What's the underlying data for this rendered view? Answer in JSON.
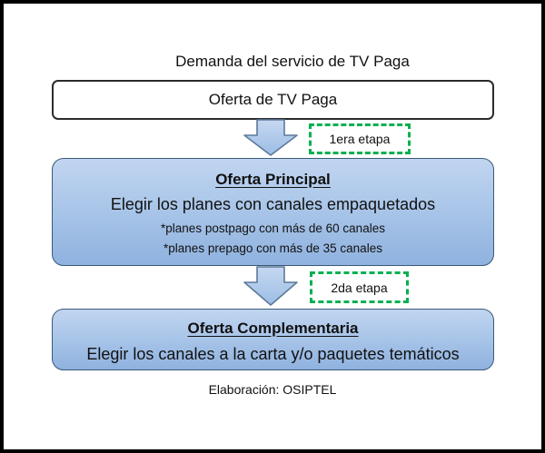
{
  "diagram": {
    "title": "Demanda del servicio de TV Paga",
    "source_box": {
      "label": "Oferta de TV Paga"
    },
    "stage1": {
      "badge_label": "1era etapa"
    },
    "main_offer": {
      "heading": "Oferta Principal",
      "description": "Elegir los planes con canales empaquetados",
      "notes": [
        "*planes postpago con más de 60 canales",
        "*planes prepago con más de 35 canales"
      ]
    },
    "stage2": {
      "badge_label": "2da etapa"
    },
    "complementary_offer": {
      "heading": "Oferta Complementaria",
      "description": "Elegir los canales a la carta y/o paquetes temáticos"
    },
    "caption": "Elaboración: OSIPTEL",
    "colors": {
      "box_fill_top": "#c1d5f0",
      "box_fill_bottom": "#8fb2df",
      "box_border": "#3a5a78",
      "arrow_fill_top": "#c6d8f0",
      "arrow_fill_bottom": "#9cbde6",
      "arrow_border": "#5d7a99",
      "badge_dashed_border": "#00b050",
      "frame_border": "#000000"
    }
  }
}
